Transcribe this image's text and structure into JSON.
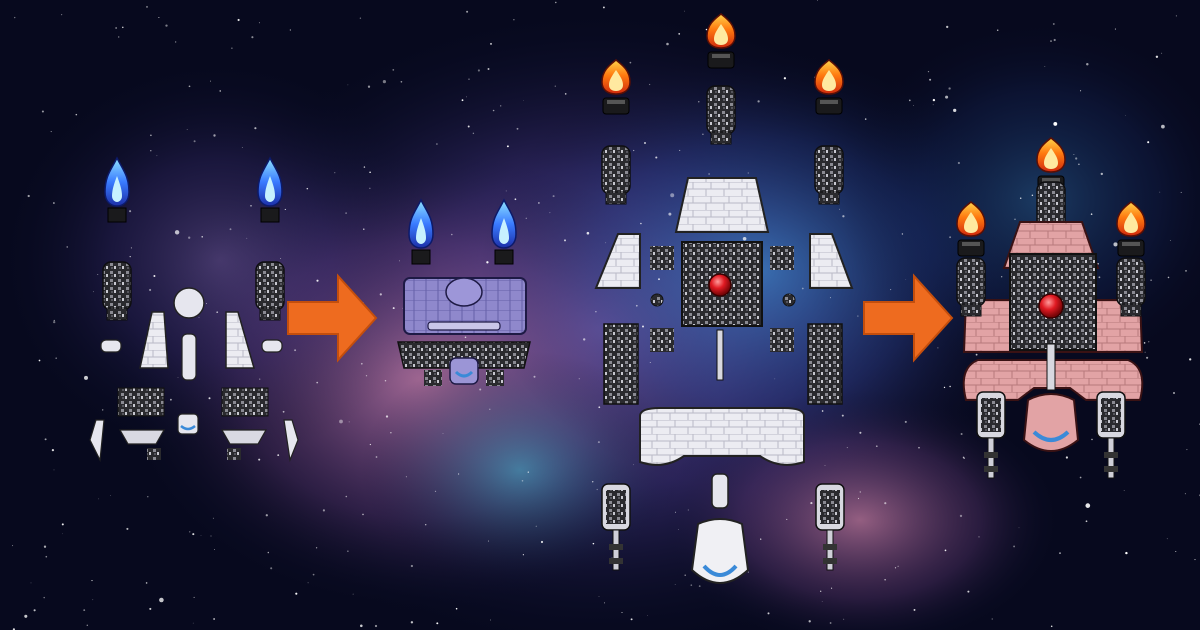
{
  "scene": {
    "description_visible_text": "",
    "groups": [
      {
        "id": "small-ship-parts",
        "ship_color": "#8a8fc8",
        "engine_flame": "blue"
      },
      {
        "id": "small-ship-assembled",
        "ship_color": "#8a86c9",
        "engine_flame": "blue"
      },
      {
        "id": "large-ship-parts",
        "ship_color": "#e6e6ee",
        "engine_flame": "orange",
        "core_color": "#d8101c"
      },
      {
        "id": "large-ship-assembled",
        "ship_color": "#d99a9a",
        "engine_flame": "orange",
        "core_color": "#d8101c"
      }
    ],
    "arrows": [
      {
        "id": "arrow-small",
        "color": "#ee6b1f",
        "icon": "arrow-right-icon"
      },
      {
        "id": "arrow-large",
        "color": "#ee6b1f",
        "icon": "arrow-right-icon"
      }
    ],
    "colors": {
      "space_dark": "#07091e",
      "nebula_purple": "#5b3e8a",
      "nebula_blue": "#2c5fa8",
      "nebula_pink": "#b0638e",
      "flame_blue": "#3a7bff",
      "flame_orange": "#ff7a10",
      "metal_dark": "#2b2b2f",
      "metal_light": "#e9e9ee"
    }
  }
}
